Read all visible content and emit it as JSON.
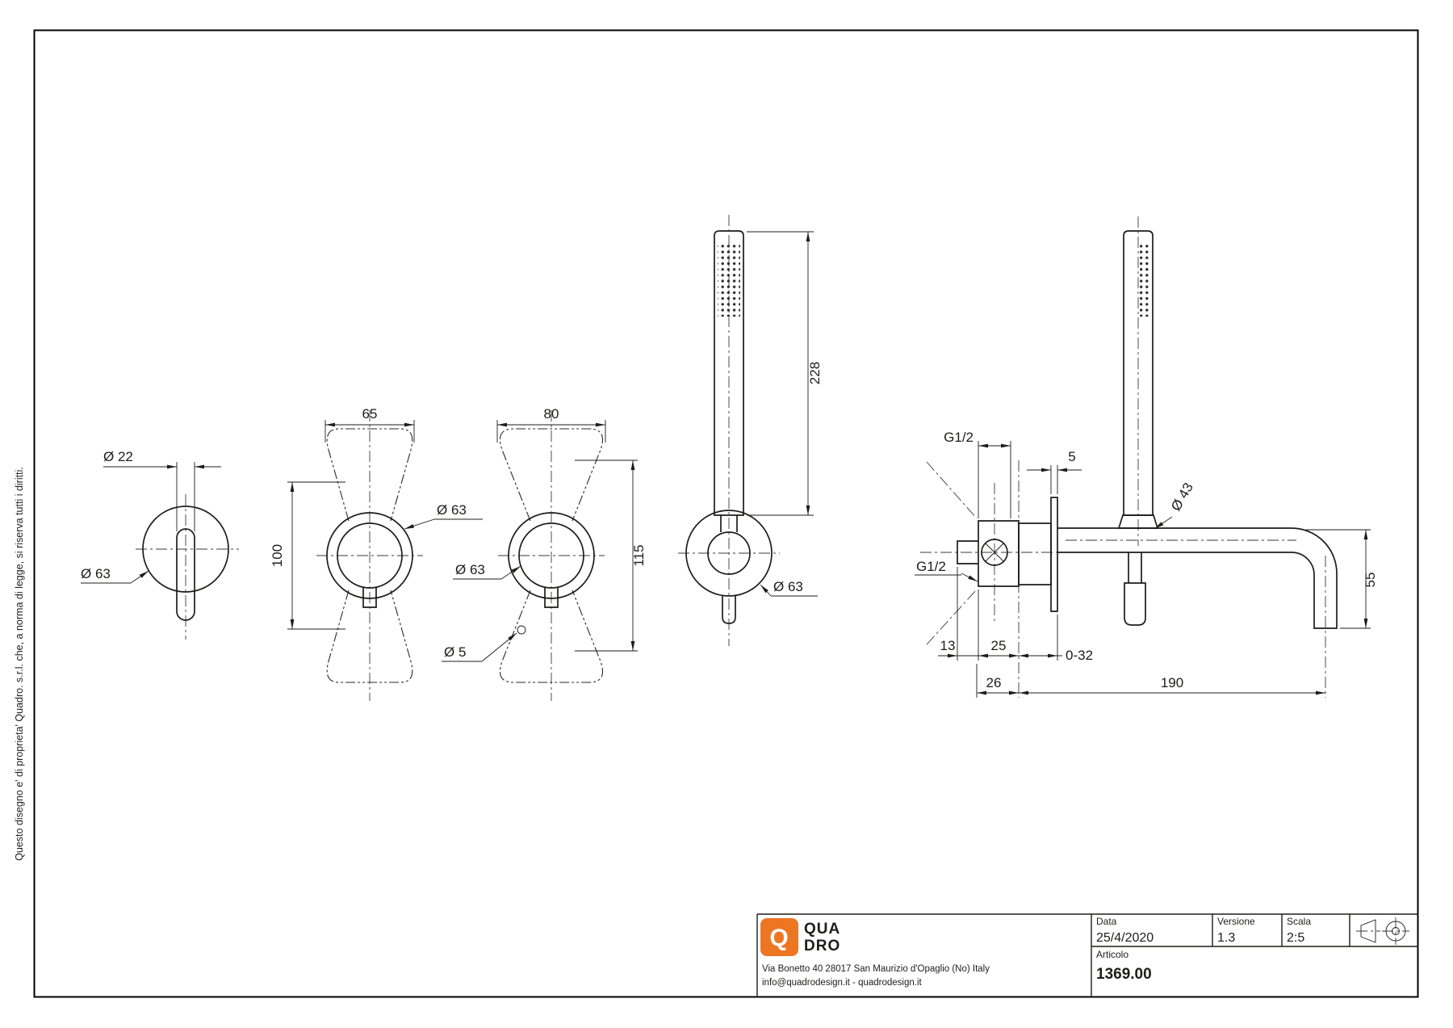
{
  "sheet": {
    "copyright": "Questo disegno e' di proprieta' Quadro. s.r.l. che, a norma di legge, si riserva tutti i diritti.",
    "line_color": "#1d1d1b",
    "accent_orange": "#ee7623"
  },
  "views": {
    "handle_trim": {
      "dia_handle": "Ø 22",
      "dia_rosette": "Ø 63"
    },
    "valve_65": {
      "width": "65",
      "height": "100",
      "dia_rosette": "Ø 63"
    },
    "valve_80": {
      "width": "80",
      "height": "115",
      "dia_rosette": "Ø 63",
      "dia_hole": "Ø 5"
    },
    "handshower": {
      "length": "228",
      "dia_rosette": "Ø 63"
    },
    "side": {
      "inlet_top": "G1/2",
      "plate_thickness": "5",
      "dia_holder": "Ø 43",
      "inlet_rear": "G1/2",
      "drop": "55",
      "offset_13": "13",
      "depth_25": "25",
      "adjust_range": "0-32",
      "offset_26": "26",
      "reach": "190"
    }
  },
  "title_block": {
    "logo_q": "Q",
    "logo_line1": "QUA",
    "logo_line2": "DRO",
    "address": "Via Bonetto 40  28017 San Maurizio d'Opaglio (No) Italy",
    "contact": "info@quadrodesign.it  -  quadrodesign.it",
    "data_label": "Data",
    "data_value": "25/4/2020",
    "versione_label": "Versione",
    "versione_value": "1.3",
    "scala_label": "Scala",
    "scala_value": "2:5",
    "articolo_label": "Articolo",
    "articolo_value": "1369.00"
  }
}
